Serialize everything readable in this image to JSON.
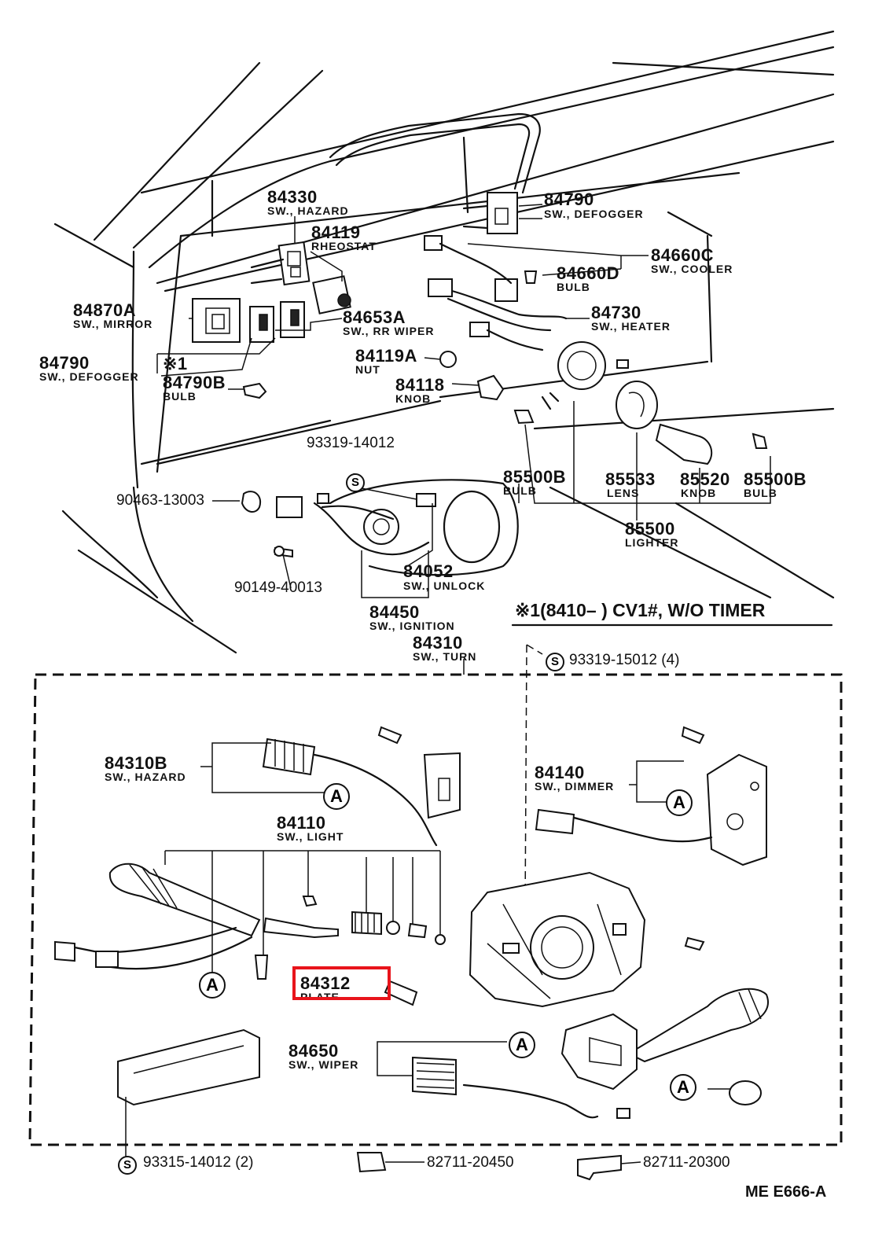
{
  "diagram": {
    "parts": [
      {
        "pn": "84330",
        "name": "SW., HAZARD"
      },
      {
        "pn": "84119",
        "name": "RHEOSTAT"
      },
      {
        "pn": "84790",
        "name": "SW., DEFOGGER"
      },
      {
        "pn": "84660C",
        "name": "SW., COOLER"
      },
      {
        "pn": "84660D",
        "name": "BULB"
      },
      {
        "pn": "84870A",
        "name": "SW., MIRROR"
      },
      {
        "pn": "84653A",
        "name": "SW., RR WIPER"
      },
      {
        "pn": "84730",
        "name": "SW., HEATER"
      },
      {
        "pn": "84790",
        "name": "SW., DEFOGGER"
      },
      {
        "pn": "84119A",
        "name": "NUT"
      },
      {
        "pn": "84790B",
        "name": "BULB"
      },
      {
        "pn": "84118",
        "name": "KNOB"
      },
      {
        "pn": "93319-14012",
        "name": ""
      },
      {
        "pn": "90463-13003",
        "name": ""
      },
      {
        "pn": "85500B",
        "name": "BULB"
      },
      {
        "pn": "85533",
        "name": "LENS"
      },
      {
        "pn": "85520",
        "name": "KNOB"
      },
      {
        "pn": "85500B",
        "name": "BULB"
      },
      {
        "pn": "85500",
        "name": "LIGHTER"
      },
      {
        "pn": "84052",
        "name": "SW., UNLOCK"
      },
      {
        "pn": "90149-40013",
        "name": ""
      },
      {
        "pn": "84450",
        "name": "SW., IGNITION"
      },
      {
        "pn": "84310",
        "name": "SW., TURN"
      },
      {
        "pn": "93319-15012 (4)",
        "name": ""
      },
      {
        "pn": "84310B",
        "name": "SW., HAZARD"
      },
      {
        "pn": "84140",
        "name": "SW., DIMMER"
      },
      {
        "pn": "84110",
        "name": "SW., LIGHT"
      },
      {
        "pn": "84312",
        "name": "PLATE"
      },
      {
        "pn": "84650",
        "name": "SW., WIPER"
      },
      {
        "pn": "93315-14012 (2)",
        "name": ""
      },
      {
        "pn": "82711-20450",
        "name": ""
      },
      {
        "pn": "82711-20300",
        "name": ""
      }
    ],
    "note_mark": "※1",
    "note_text": "※1(8410–        ) CV1#, W/O TIMER",
    "callout_letter": "A",
    "screw_symbol": "S",
    "drawing_code": "ME  E666-A",
    "highlight_color": "#e8141b"
  }
}
